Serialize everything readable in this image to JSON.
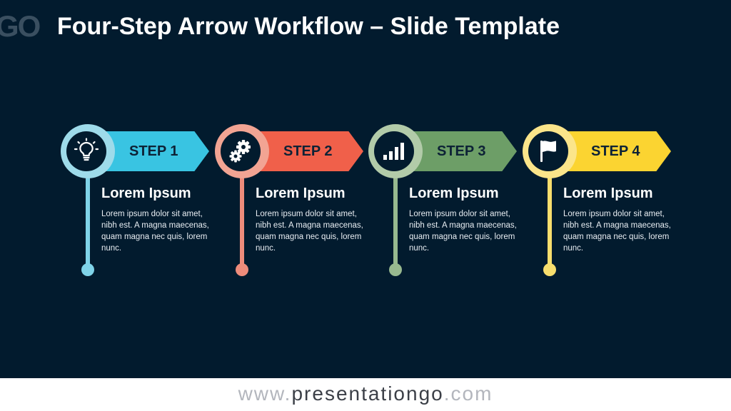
{
  "header": {
    "logo_partial": "GO",
    "title": "Four-Step Arrow Workflow – Slide Template"
  },
  "steps": [
    {
      "label": "STEP 1",
      "icon": "lightbulb-icon",
      "heading": "Lorem Ipsum",
      "description": "Lorem ipsum dolor sit amet, nibh est. A magna maecenas, quam magna nec quis, lorem nunc.",
      "ring_color": "#9edbea",
      "arrow_color": "#39c4e2",
      "line_color": "#7fd3e8"
    },
    {
      "label": "STEP 2",
      "icon": "gears-icon",
      "heading": "Lorem Ipsum",
      "description": "Lorem ipsum dolor sit amet, nibh est. A magna maecenas, quam magna nec quis, lorem nunc.",
      "ring_color": "#f2a493",
      "arrow_color": "#f0604a",
      "line_color": "#ee8c7b"
    },
    {
      "label": "STEP 3",
      "icon": "bar-chart-icon",
      "heading": "Lorem Ipsum",
      "description": "Lorem ipsum dolor sit amet, nibh est. A magna maecenas, quam magna nec quis, lorem nunc.",
      "ring_color": "#b2cba9",
      "arrow_color": "#6d9e67",
      "line_color": "#98b98f"
    },
    {
      "label": "STEP 4",
      "icon": "flag-icon",
      "heading": "Lorem Ipsum",
      "description": "Lorem ipsum dolor sit amet, nibh est. A magna maecenas, quam magna nec quis, lorem nunc.",
      "ring_color": "#fbe58a",
      "arrow_color": "#fbd431",
      "line_color": "#f8de6d"
    }
  ],
  "footer": {
    "prefix": "www.",
    "domain": "presentationgo",
    "suffix": ".com"
  }
}
